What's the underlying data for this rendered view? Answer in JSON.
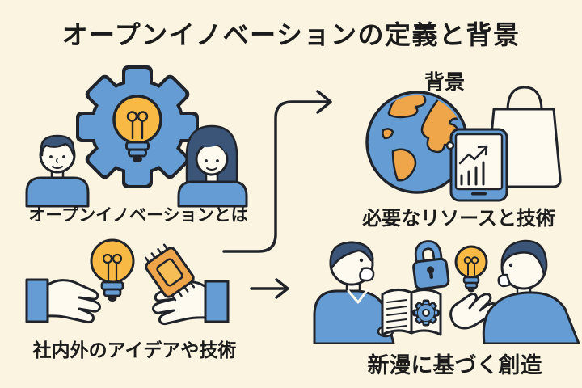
{
  "title": "オープンイノベーションの定義と背景",
  "sections": {
    "definition": {
      "label": "オープンイノベーションとは"
    },
    "background": {
      "heading": "背景",
      "label": "必要なリソースと技術"
    },
    "ideas": {
      "label": "社内外のアイデアや技術"
    },
    "creation": {
      "label": "新漫に基づく創造"
    }
  },
  "icons": {
    "definition": [
      "gear-icon",
      "lightbulb-icon",
      "man-icon",
      "woman-icon"
    ],
    "background": [
      "globe-icon",
      "shopping-bag-icon",
      "tablet-chart-icon"
    ],
    "ideas": [
      "hand-icon",
      "lightbulb-icon",
      "microchip-icon",
      "hand-icon"
    ],
    "creation": [
      "speaking-person-icon",
      "open-book-icon",
      "gear-icon",
      "padlock-icon",
      "lightbulb-icon",
      "open-palm-icon",
      "speaking-person-icon"
    ],
    "connectors": [
      "elbow-arrow-icon",
      "right-arrow-icon"
    ]
  },
  "palette": {
    "background": "#FBF4E1",
    "ink": "#20242A",
    "blue": "#649CD3",
    "navy": "#3A5578",
    "yellow": "#F8BA45",
    "orange": "#EFA64A",
    "paper": "#FFFAF0",
    "text": "#1B1B1B"
  }
}
